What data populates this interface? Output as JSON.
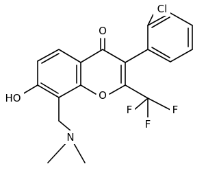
{
  "atom_labels": {
    "carbonyl_oxygen": "O",
    "chlorine": "Cl",
    "hydroxyl": "HO",
    "ring_oxygen": "O",
    "fluorine_right": "F",
    "fluorine_bottom": "F",
    "fluorine_left": "F",
    "nitrogen": "N"
  },
  "colors": {
    "bond": "#000000",
    "background": "#ffffff"
  }
}
